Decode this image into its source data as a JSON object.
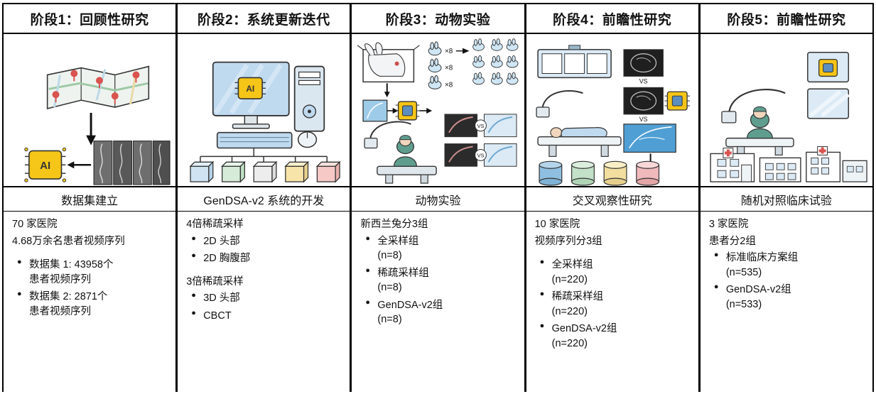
{
  "figure": {
    "type": "flow-diagram",
    "stage_count": 5
  },
  "columns": [
    {
      "stage_label": "阶段1：回顾性研究",
      "sub_title": "数据集建立",
      "lines": [
        "70 家医院",
        "4.68万余名患者视频序列"
      ],
      "bullets": [
        [
          "数据集 1: 43958个",
          "患者视频序列"
        ],
        [
          "数据集 2: 2871个",
          "患者视频序列"
        ]
      ],
      "art_name": "map-and-ai-chip-angiography"
    },
    {
      "stage_label": "阶段2：系统更新迭代",
      "sub_title": "GenDSA-v2 系统的开发",
      "lines": [
        "4倍稀疏采样"
      ],
      "bullets": [
        [
          "2D 头部"
        ],
        [
          "2D 胸腹部"
        ]
      ],
      "lines2": [
        "3倍稀疏采样"
      ],
      "bullets2": [
        [
          "3D 头部"
        ],
        [
          "CBCT"
        ]
      ],
      "art_name": "computer-ai-development"
    },
    {
      "stage_label": "阶段3：动物实验",
      "sub_title": "动物实验",
      "lines": [
        "新西兰兔分3组"
      ],
      "bullets": [
        [
          "全采样组",
          "(n=8)"
        ],
        [
          "稀疏采样组",
          "(n=8)"
        ],
        [
          "GenDSA-v2组",
          "(n=8)"
        ]
      ],
      "art_name": "rabbit-animal-experiment"
    },
    {
      "stage_label": "阶段4：前瞻性研究",
      "sub_title": "交叉观察性研究",
      "lines": [
        "10 家医院",
        "视频序列分3组"
      ],
      "bullets": [
        [
          "全采样组",
          "(n=220)"
        ],
        [
          "稀疏采样组",
          "(n=220)"
        ],
        [
          "GenDSA-v2组",
          "(n=220)"
        ]
      ],
      "art_name": "crossover-observational-study"
    },
    {
      "stage_label": "阶段5：前瞻性研究",
      "sub_title": "随机对照临床试验",
      "lines": [
        "3 家医院",
        "患者分2组"
      ],
      "bullets": [
        [
          "标准临床方案组",
          "(n=535)"
        ],
        [
          "GenDSA-v2组",
          "(n=533)"
        ]
      ],
      "art_name": "randomized-controlled-trial"
    }
  ],
  "colors": {
    "ai_yellow": "#f5c518",
    "panel_blue": "#bfd9ef",
    "light_blue": "#dceaf7",
    "scrub_green": "#5f9e8f",
    "cyl_blue": "#8fbfe0",
    "cyl_green": "#c3e0c8",
    "cyl_yellow": "#f2dfa0",
    "cyl_pink": "#f0b9bb",
    "line": "#333333",
    "pin_red": "#d9534f",
    "border": "#000000"
  }
}
